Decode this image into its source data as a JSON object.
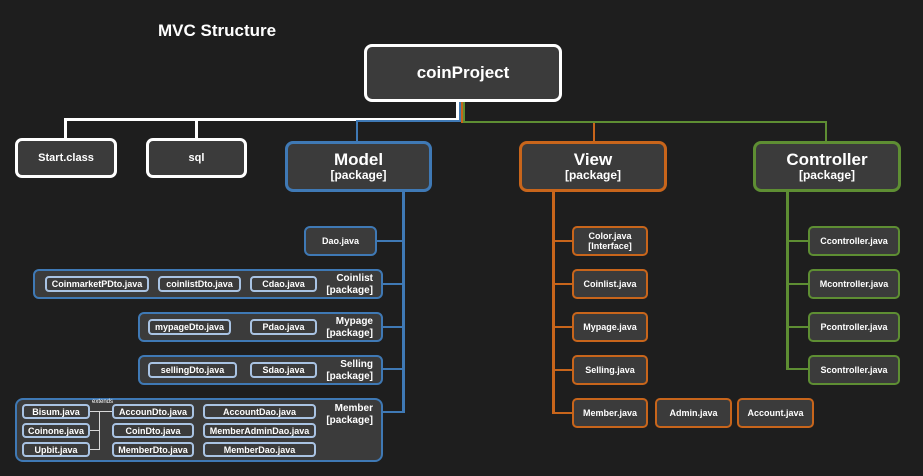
{
  "title": "MVC Structure",
  "root": "coinProject",
  "top_nodes": {
    "start": "Start.class",
    "sql": "sql"
  },
  "model": {
    "title": "Model",
    "subtitle": "[package]",
    "dao": "Dao.java",
    "coinlist": {
      "label_line1": "Coinlist",
      "label_line2": "[package]",
      "items": [
        "CoinmarketPDto.java",
        "coinlistDto.java",
        "Cdao.java"
      ]
    },
    "mypage": {
      "label_line1": "Mypage",
      "label_line2": "[package]",
      "items": [
        "mypageDto.java",
        "Pdao.java"
      ]
    },
    "selling": {
      "label_line1": "Selling",
      "label_line2": "[package]",
      "items": [
        "sellingDto.java",
        "Sdao.java"
      ]
    },
    "member": {
      "label_line1": "Member",
      "label_line2": "[package]",
      "extends_label": "extends",
      "left_items": [
        "Bisum.java",
        "Coinone.java",
        "Upbit.java"
      ],
      "mid_items": [
        "AccounDto.java",
        "CoinDto.java",
        "MemberDto.java"
      ],
      "right_items": [
        "AccountDao.java",
        "MemberAdminDao.java",
        "MemberDao.java"
      ]
    }
  },
  "view": {
    "title": "View",
    "subtitle": "[package]",
    "color_line1": "Color.java",
    "color_line2": "[Interface]",
    "items": [
      "Coinlist.java",
      "Mypage.java",
      "Selling.java",
      "Member.java"
    ],
    "extra_items": [
      "Admin.java",
      "Account.java"
    ]
  },
  "controller": {
    "title": "Controller",
    "subtitle": "[package]",
    "items": [
      "Ccontroller.java",
      "Mcontroller.java",
      "Pcontroller.java",
      "Scontroller.java"
    ]
  },
  "colors": {
    "background": "#1e1e1e",
    "box": "#3b3b3b",
    "model": "#3f79b5",
    "view": "#c8651b",
    "controller": "#5e8e33",
    "root": "#ffffff"
  }
}
